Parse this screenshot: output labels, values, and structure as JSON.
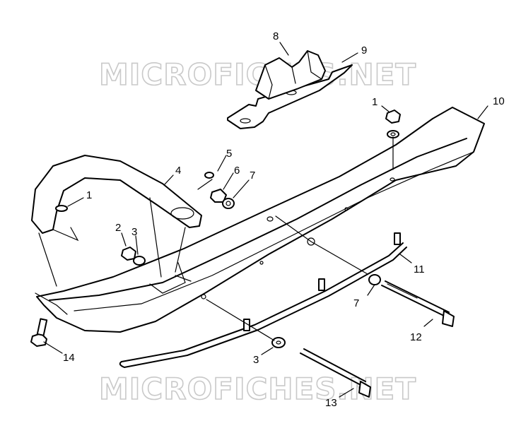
{
  "watermark": {
    "top_text": "MICROFICHES.NET",
    "bottom_text": "MICROFICHES.NET"
  },
  "callouts": {
    "c1": "8",
    "c2": "9",
    "c3": "1",
    "c4": "10",
    "c5": "5",
    "c6": "4",
    "c7": "6",
    "c8": "7",
    "c9": "1",
    "c10": "2",
    "c11": "3",
    "c12": "11",
    "c13": "7",
    "c14": "12",
    "c15": "14",
    "c16": "3",
    "c17": "13"
  }
}
